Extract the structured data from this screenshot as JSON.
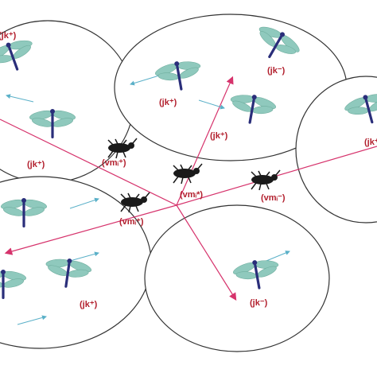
{
  "colors": {
    "circle_stroke": "#333333",
    "arrow": "#d6336c",
    "dragonfly_wing": "#8fc9bd",
    "dragonfly_body": "#2a2e7a",
    "insect_body": "#1a1a1a",
    "label": "#b21f2d",
    "motion_arrow": "#5ab0c8"
  },
  "labels": [
    {
      "id": "jk1",
      "text": "(jk⁺)"
    },
    {
      "id": "jk2",
      "text": "(jk⁺)"
    },
    {
      "id": "jk3",
      "text": "(jk⁺)"
    },
    {
      "id": "jk4",
      "text": "(jk⁺)"
    },
    {
      "id": "jk5",
      "text": "(jk⁺)"
    },
    {
      "id": "jk6",
      "text": "(jk⁺)"
    },
    {
      "id": "jk7",
      "text": "(jk⁻)"
    },
    {
      "id": "jk8",
      "text": "(jk⁻)"
    },
    {
      "id": "vm1",
      "text": "(vmᵢ⁺)"
    },
    {
      "id": "vm2",
      "text": "(vmᵢ*)"
    },
    {
      "id": "vm3",
      "text": "(vmᵢ⁻)"
    },
    {
      "id": "vm4",
      "text": "(vmᵢ⁺)"
    }
  ]
}
